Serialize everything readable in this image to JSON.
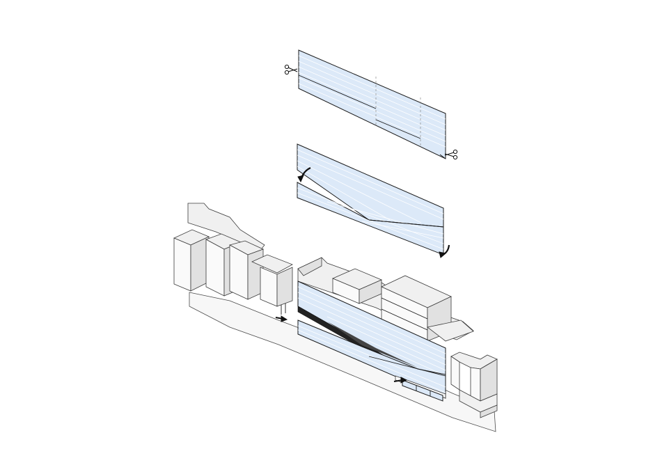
{
  "diagram": {
    "stages": [
      {
        "id": "panel-uncut"
      },
      {
        "id": "panel-split"
      },
      {
        "id": "building-assembled"
      }
    ],
    "colors": {
      "glass": "#dce9f8",
      "outline": "#1a1a1a",
      "building": "#f0f0f0"
    },
    "icons": [
      "scissors-icon",
      "curved-arrow-icon",
      "straight-arrow-icon"
    ]
  }
}
